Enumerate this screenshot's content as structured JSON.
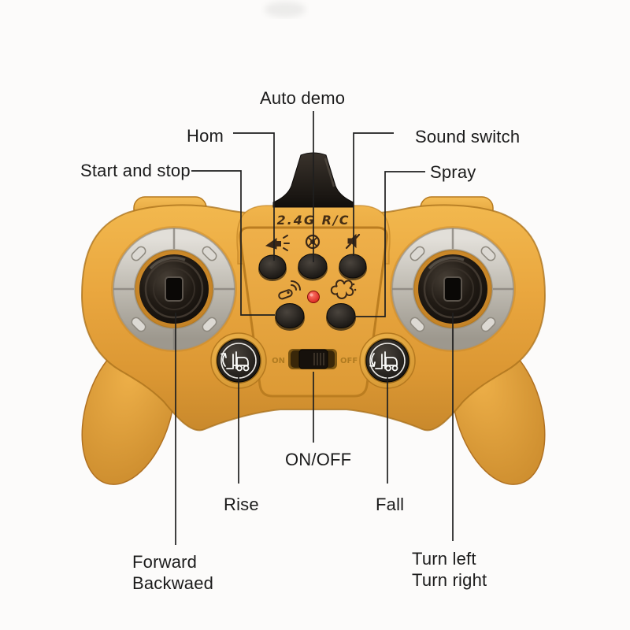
{
  "page": {
    "background_color": "#FCFBFA"
  },
  "device": {
    "type": "rc-remote-controller",
    "marking": "2.4G R/C",
    "switch_markings": {
      "on": "ON",
      "off": "OFF"
    },
    "colors": {
      "body": "#E9A63E",
      "body_highlight": "#F3B94F",
      "body_shadow": "#C8882A",
      "panel_outline": "#BB7D20",
      "black_parts": "#15100C",
      "silver_ring": "#C6C2BA",
      "led_red": "#E3221C",
      "icon_dark": "#3B2817",
      "icon_light": "#FFFFFF",
      "label_text": "#1B1B1B"
    },
    "icons": {
      "horn": "horn-icon",
      "auto_demo": "wheel-icon",
      "sound_switch": "muted-speaker-icon",
      "start_stop": "remote-signal-icon",
      "spray": "splash-icon",
      "rise": "forklift-up-icon",
      "fall": "forklift-down-icon",
      "power": "power-slider"
    }
  },
  "callouts": {
    "auto_demo": {
      "label": "Auto demo"
    },
    "horn": {
      "label": "Hom"
    },
    "sound_switch": {
      "label": "Sound switch"
    },
    "start_stop": {
      "label": "Start and stop"
    },
    "spray": {
      "label": "Spray"
    },
    "on_off": {
      "label": "ON/OFF"
    },
    "rise": {
      "label": "Rise"
    },
    "fall": {
      "label": "Fall"
    },
    "forward_backward": {
      "line1": "Forward",
      "line2": "Backwaed"
    },
    "turn": {
      "line1": "Turn left",
      "line2": "Turn right"
    }
  }
}
